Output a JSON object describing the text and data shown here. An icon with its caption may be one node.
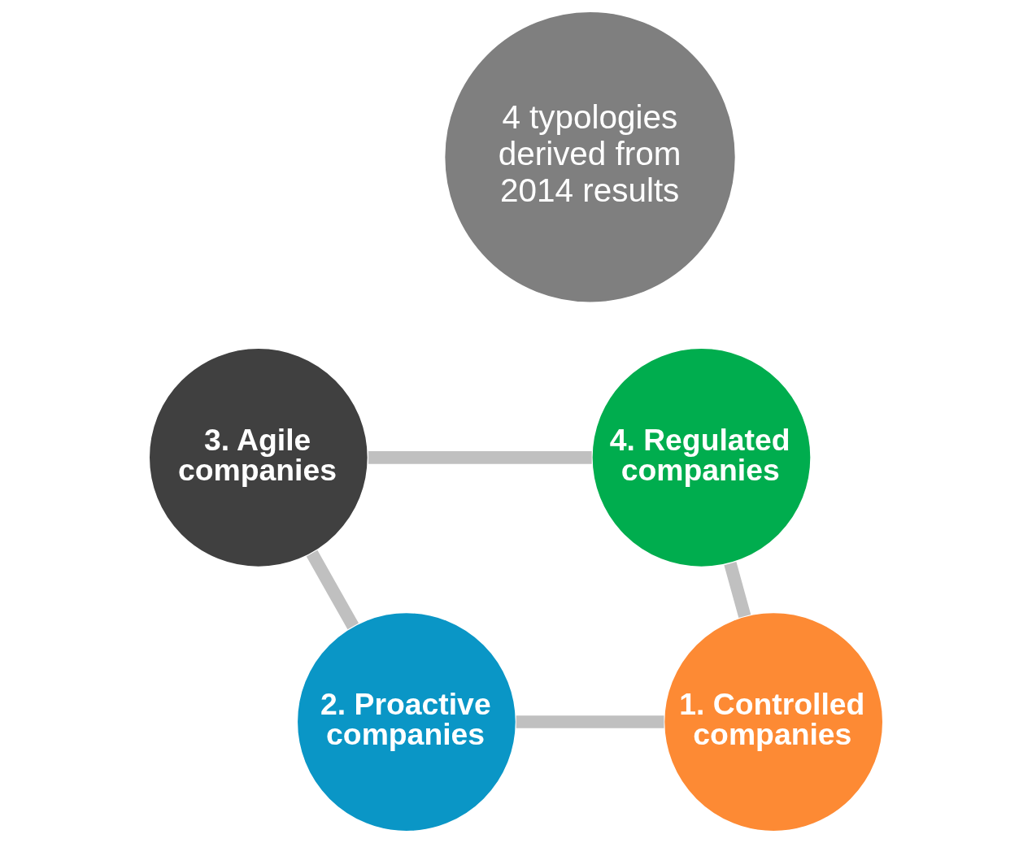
{
  "diagram": {
    "nodes": [
      {
        "text": [
          "4 typologies derived from 2014 results"
        ]
      },
      {
        "text": [
          "1. Controlled companies"
        ]
      },
      {
        "text": [
          "2. Proactive companies"
        ]
      },
      {
        "text": [
          "3. Agile companies"
        ]
      },
      {
        "text": [
          "4. Regulated companies"
        ]
      }
    ],
    "edges": [
      {
        "from": 1,
        "to": 2,
        "arrow": "none"
      },
      {
        "from": 2,
        "to": 3,
        "arrow": "none"
      },
      {
        "from": 3,
        "to": 4,
        "arrow": "none"
      },
      {
        "from": 4,
        "to": 1,
        "arrow": "none"
      }
    ]
  }
}
